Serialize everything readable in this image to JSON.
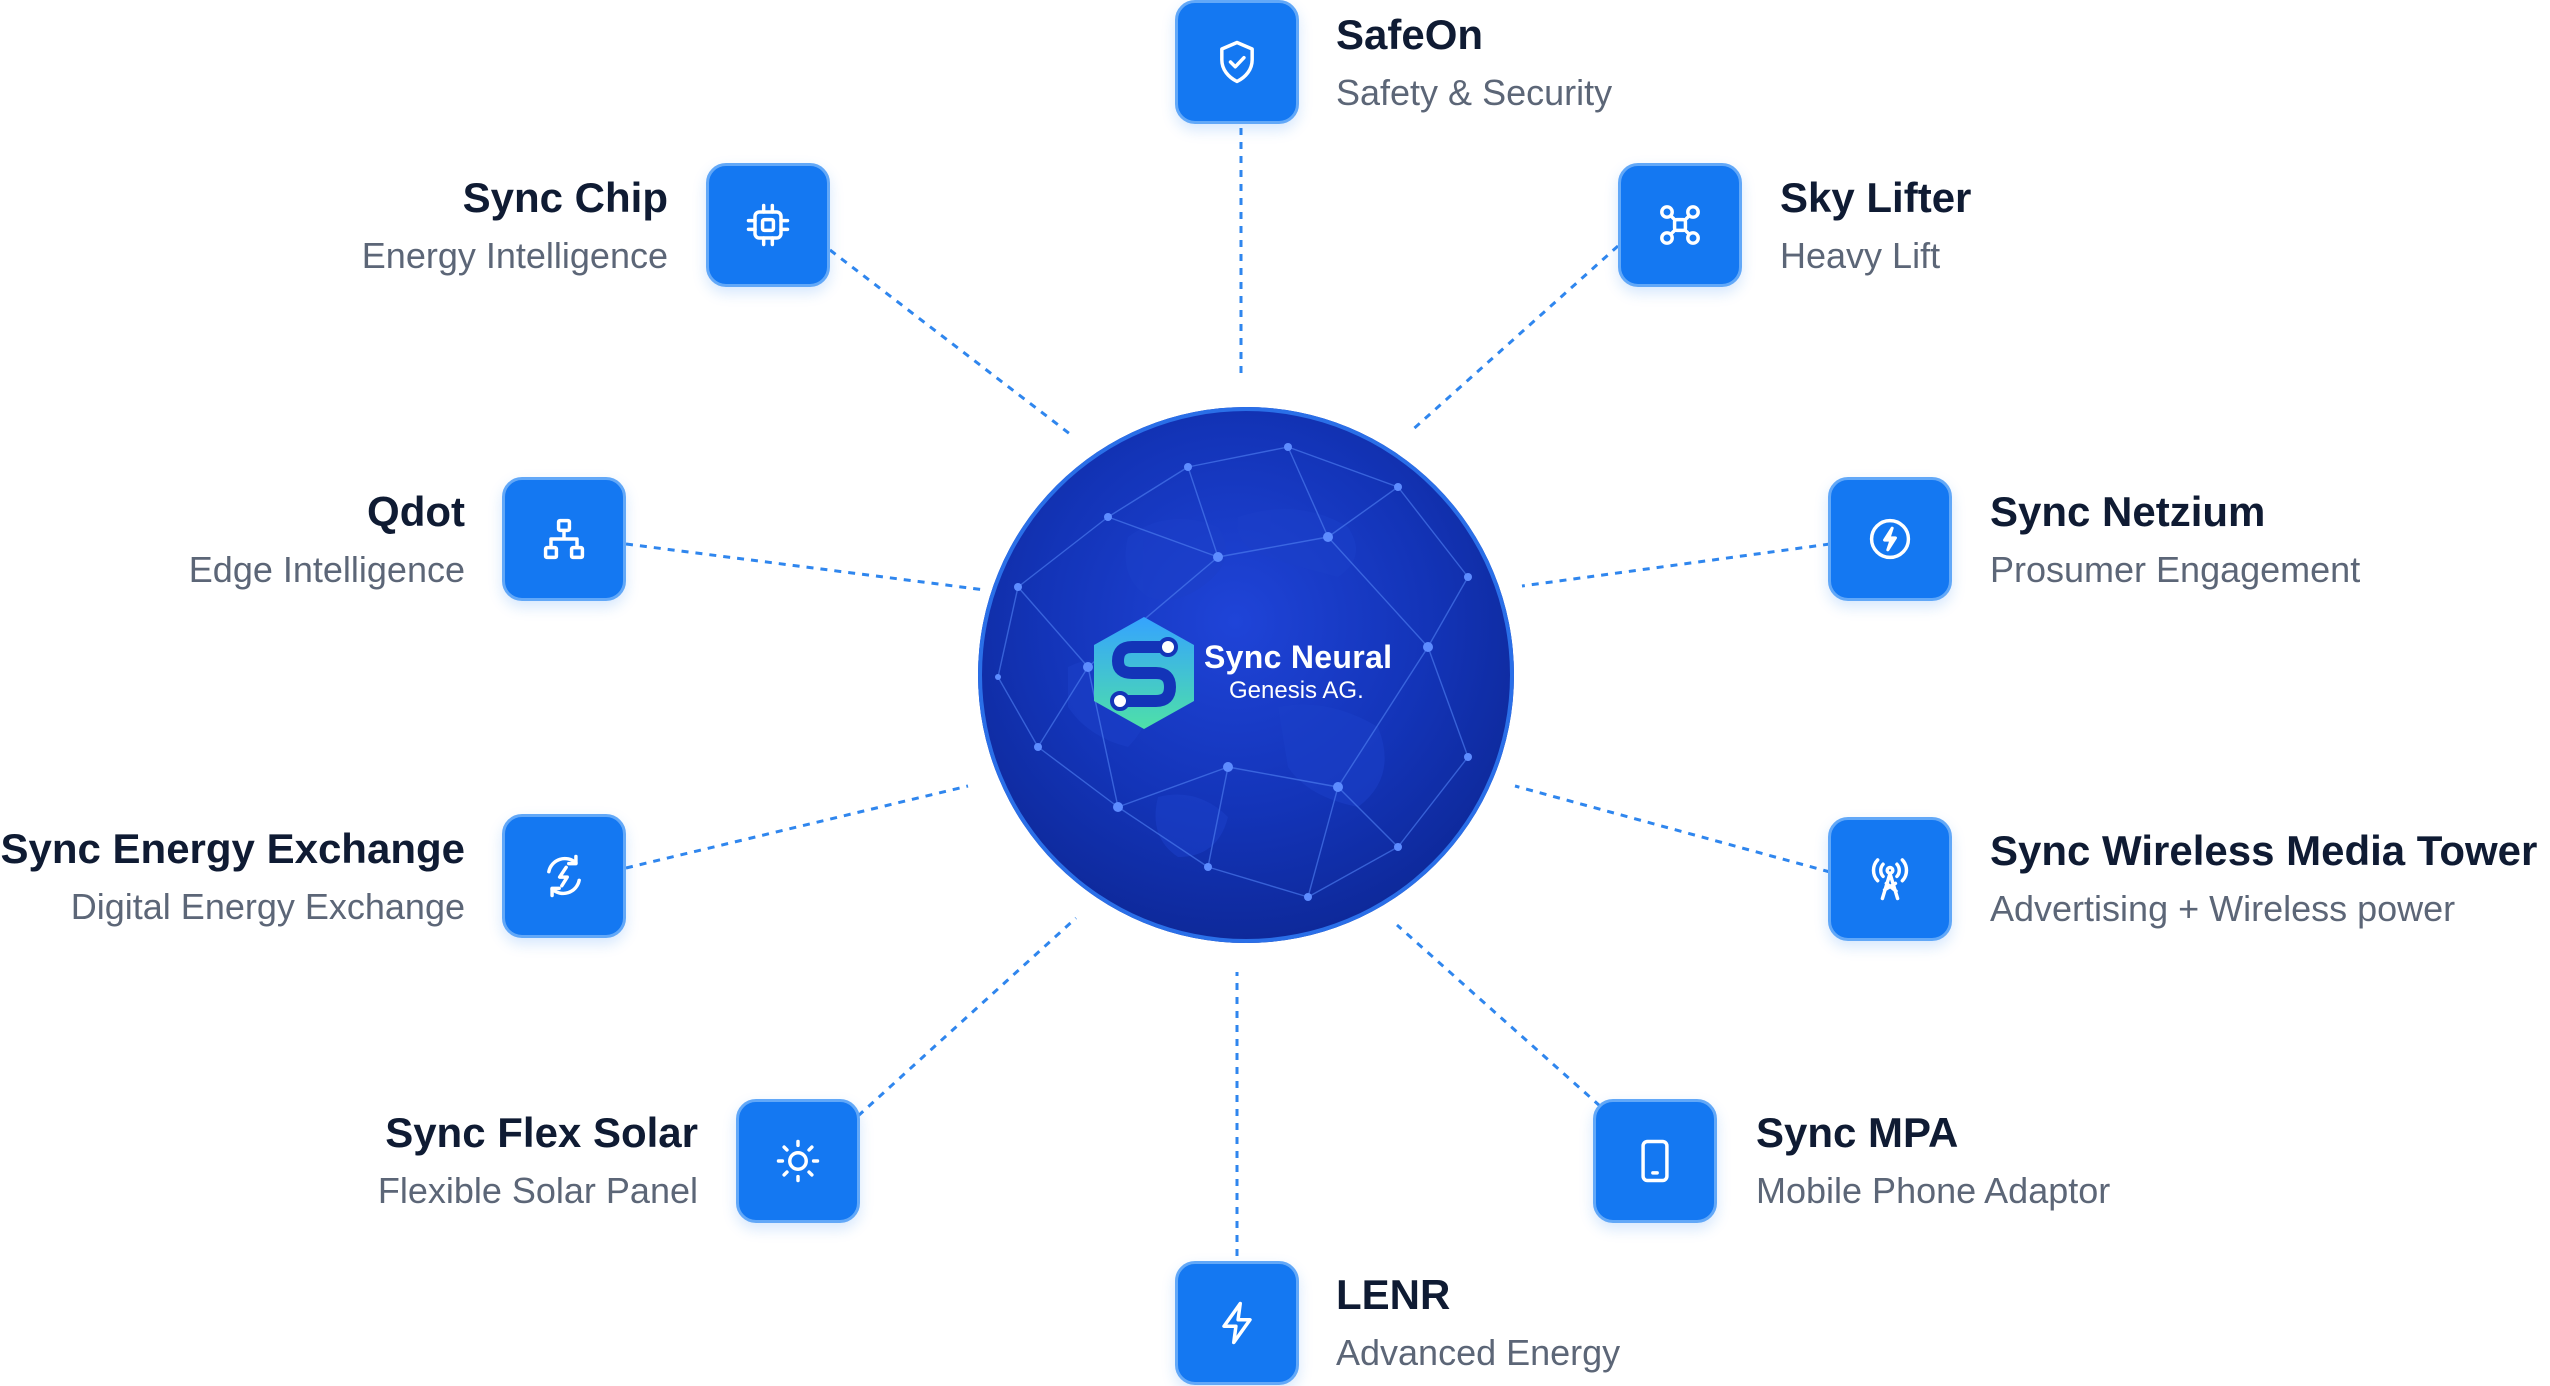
{
  "hub": {
    "name": "Sync Neural",
    "subtitle": "Genesis AG."
  },
  "colors": {
    "accent": "#1478f2",
    "accent_border": "#62a8f8",
    "connector": "#2f86ee",
    "title_text": "#0f1b33",
    "subtitle_text": "#5c6677",
    "hub_blue": "#1334b8"
  },
  "nodes": {
    "safeon": {
      "title": "SafeOn",
      "subtitle": "Safety & Security",
      "icon": "shield-check-icon"
    },
    "sync_chip": {
      "title": "Sync Chip",
      "subtitle": "Energy Intelligence",
      "icon": "chip-icon"
    },
    "sky_lifter": {
      "title": "Sky Lifter",
      "subtitle": "Heavy Lift",
      "icon": "drone-icon"
    },
    "qdot": {
      "title": "Qdot",
      "subtitle": "Edge Intelligence",
      "icon": "network-hierarchy-icon"
    },
    "sync_netzium": {
      "title": "Sync Netzium",
      "subtitle": "Prosumer Engagement",
      "icon": "bolt-circle-icon"
    },
    "sync_energy_exchange": {
      "title": "Sync Energy Exchange",
      "subtitle": "Digital Energy Exchange",
      "icon": "energy-exchange-icon"
    },
    "sync_wireless_media_tower": {
      "title": "Sync Wireless Media Tower",
      "subtitle": "Advertising + Wireless power",
      "icon": "tower-icon"
    },
    "sync_flex_solar": {
      "title": "Sync Flex Solar",
      "subtitle": "Flexible Solar Panel",
      "icon": "sun-icon"
    },
    "sync_mpa": {
      "title": "Sync MPA",
      "subtitle": "Mobile Phone Adaptor",
      "icon": "phone-icon"
    },
    "lenr": {
      "title": "LENR",
      "subtitle": "Advanced Energy",
      "icon": "lightning-icon"
    }
  }
}
